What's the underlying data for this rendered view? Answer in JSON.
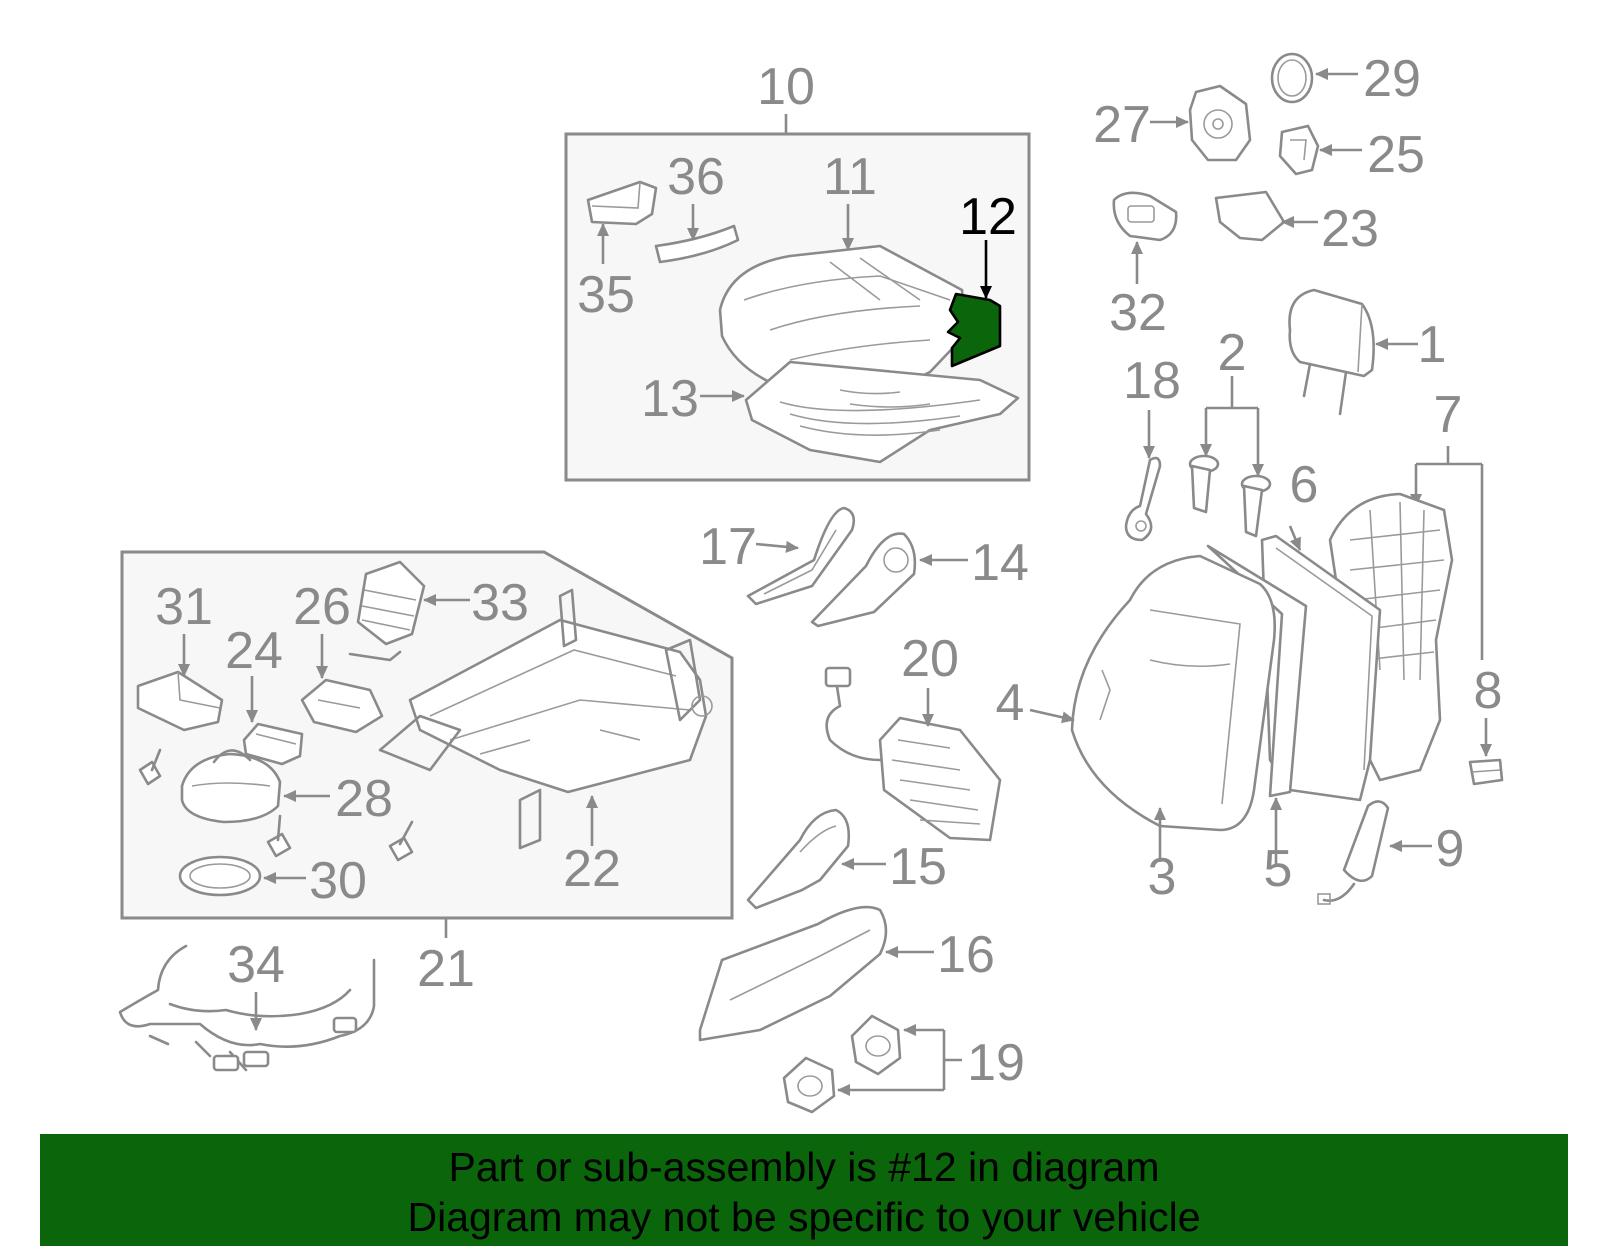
{
  "highlight": {
    "part_number": "12",
    "color": "#0b650b"
  },
  "labels": {
    "p1": "1",
    "p2": "2",
    "p3": "3",
    "p4": "4",
    "p5": "5",
    "p6": "6",
    "p7": "7",
    "p8": "8",
    "p9": "9",
    "p10": "10",
    "p11": "11",
    "p12": "12",
    "p13": "13",
    "p14": "14",
    "p15": "15",
    "p16": "16",
    "p17": "17",
    "p18": "18",
    "p19": "19",
    "p20": "20",
    "p21": "21",
    "p22": "22",
    "p23": "23",
    "p24": "24",
    "p25": "25",
    "p26": "26",
    "p27": "27",
    "p28": "28",
    "p29": "29",
    "p30": "30",
    "p31": "31",
    "p32": "32",
    "p33": "33",
    "p34": "34",
    "p35": "35",
    "p36": "36"
  },
  "banner": {
    "line1": "Part or sub-assembly is #12 in diagram",
    "line2": "Diagram may not be specific to your vehicle"
  }
}
